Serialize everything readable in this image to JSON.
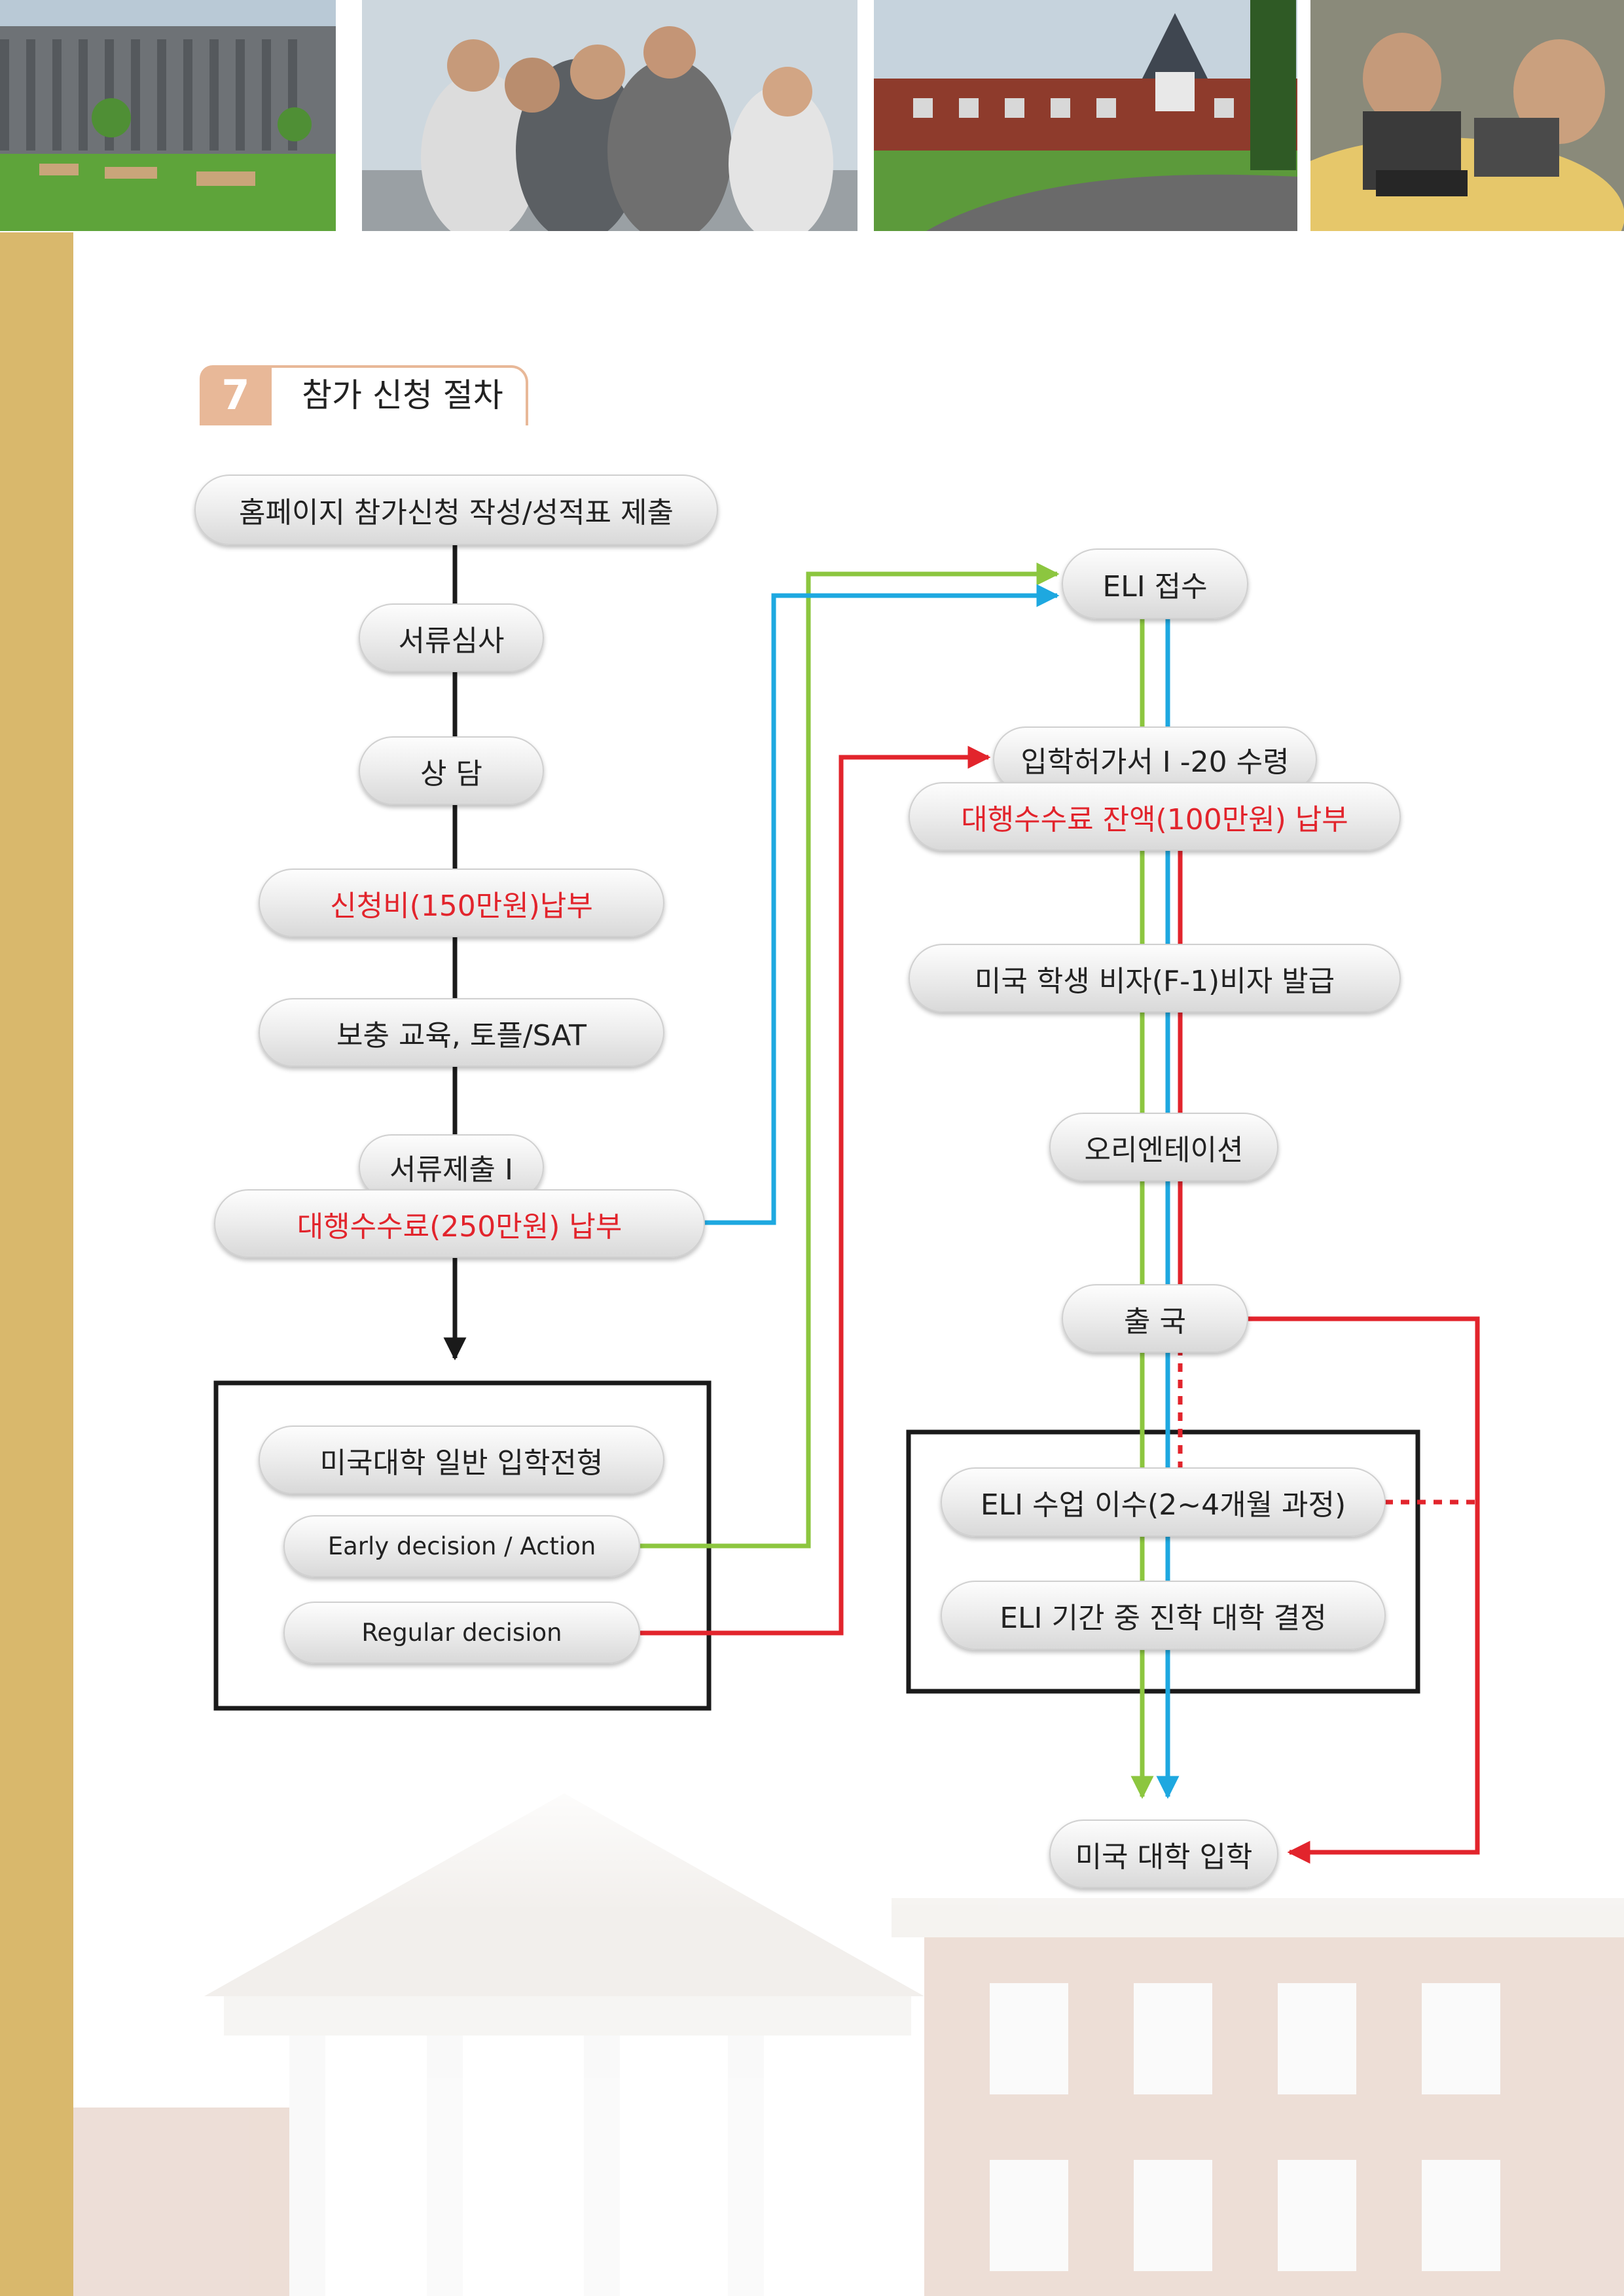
{
  "section": {
    "number": "7",
    "title": "참가 신청 절차"
  },
  "left": {
    "apply": "홈페이지 참가신청 작성/성적표 제출",
    "screening": "서류심사",
    "consult": "상 담",
    "fee": "신청비(150만원)납부",
    "supplement": "보충 교육, 토플/SAT",
    "docs_submit": "서류제출 Ⅰ",
    "agency_fee": "대행수수료(250만원) 납부",
    "general_admission": "미국대학 일반 입학전형",
    "early": "Early decision / Action",
    "regular": "Regular decision"
  },
  "right": {
    "eli_receipt": "ELI 접수",
    "i20": "입학허가서 Ⅰ -20 수령",
    "balance_fee": "대행수수료 잔액(100만원) 납부",
    "visa": "미국 학생 비자(F-1)비자 발급",
    "orientation": "오리엔테이션",
    "departure": "출 국",
    "eli_course": "ELI 수업 이수(2~4개월 과정)",
    "eli_decide": "ELI 기간 중 진학 대학 결정",
    "admission": "미국 대학 입학"
  },
  "colors": {
    "green": "#8cc63f",
    "blue": "#1ea8e0",
    "red": "#e2242c",
    "black": "#1a1a1a",
    "stripe": "#d9b86c",
    "header_tab": "#e8b898"
  }
}
